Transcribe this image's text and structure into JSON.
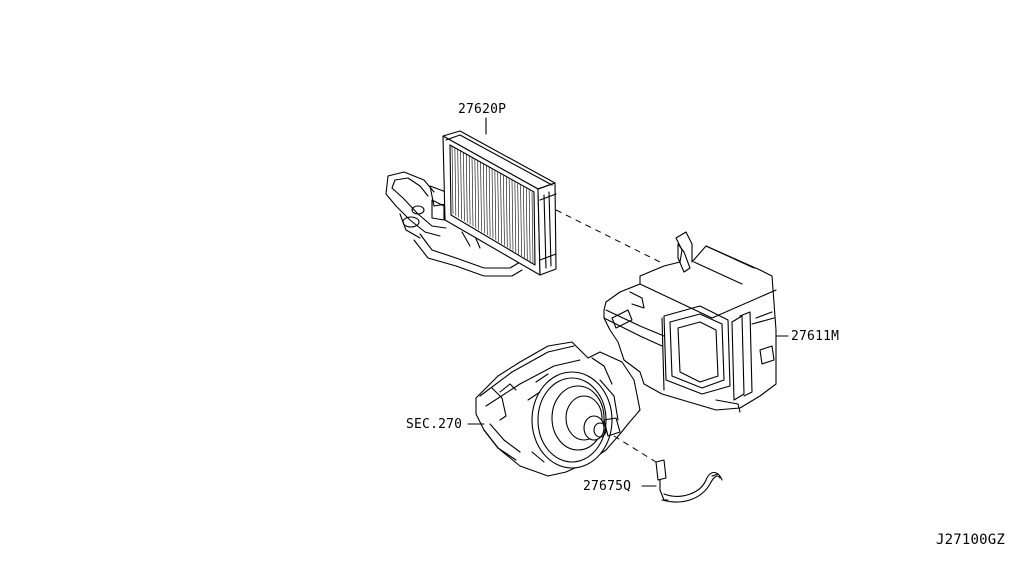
{
  "diagram": {
    "parts": [
      {
        "id": "evaporator",
        "label": "27620P"
      },
      {
        "id": "heater-unit-case",
        "label": "27611M"
      },
      {
        "id": "blower-assembly",
        "label": "SEC.270"
      },
      {
        "id": "sensor-harness",
        "label": "27675Q"
      }
    ],
    "figure_code": "J27100GZ"
  }
}
